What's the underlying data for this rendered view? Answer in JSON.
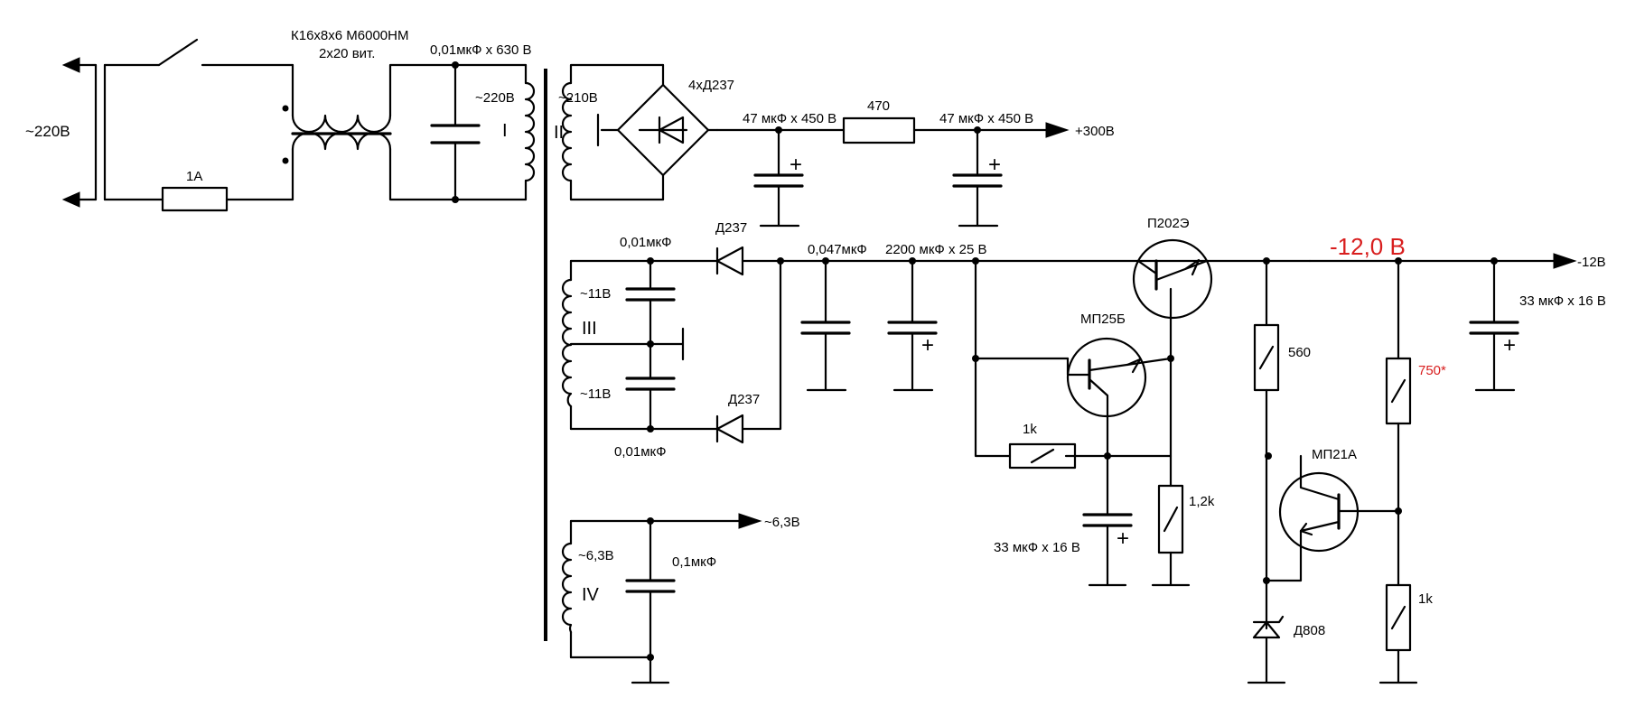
{
  "colors": {
    "line": "#000000",
    "highlight": "#d81e1e",
    "background": "#ffffff"
  },
  "mains": {
    "input": "~220В",
    "fuse": "1А"
  },
  "choke": {
    "core": "К16х8х6 М6000НМ",
    "windings": "2х20 вит."
  },
  "input_cap": "0,01мкФ х 630 В",
  "transformer": {
    "primary": {
      "voltage": "~220В",
      "numeral": "I"
    },
    "secondary_ii": {
      "voltage": "~210В",
      "numeral": "II"
    },
    "secondary_iii": {
      "voltage_top": "~11В",
      "voltage_bottom": "~11В",
      "numeral": "III"
    },
    "secondary_iv": {
      "voltage": "~6,3В",
      "numeral": "IV"
    }
  },
  "hv_rail": {
    "bridge": "4хД237",
    "cap1": "47 мкФ х 450 В",
    "resistor": "470",
    "cap2": "47 мкФ х 450 В",
    "output": "+300В",
    "plus": "+"
  },
  "lv_rectifier": {
    "cap_top": "0,01мкФ",
    "cap_bottom": "0,01мкФ",
    "diode_top": "Д237",
    "diode_bottom": "Д237",
    "cap_filter": "0,047мкФ",
    "cap_electrolytic": "2200 мкФ х 25 В",
    "plus": "+"
  },
  "filament": {
    "cap": "0,1мкФ",
    "output": "~6,3В"
  },
  "regulator": {
    "pass_transistor": "П202Э",
    "driver_transistor": "МП25Б",
    "error_amp": "МП21А",
    "r_base": "1k",
    "c_base": "33 мкФ х 16 В",
    "r_emitter": "1,2k",
    "r_zener": "560",
    "zener": "Д808",
    "r_divider_top": "750*",
    "r_divider_bottom": "1k",
    "out_cap": "33 мкФ х 16 В",
    "output": "-12В",
    "measured": "-12,0 В",
    "plus": "+"
  }
}
